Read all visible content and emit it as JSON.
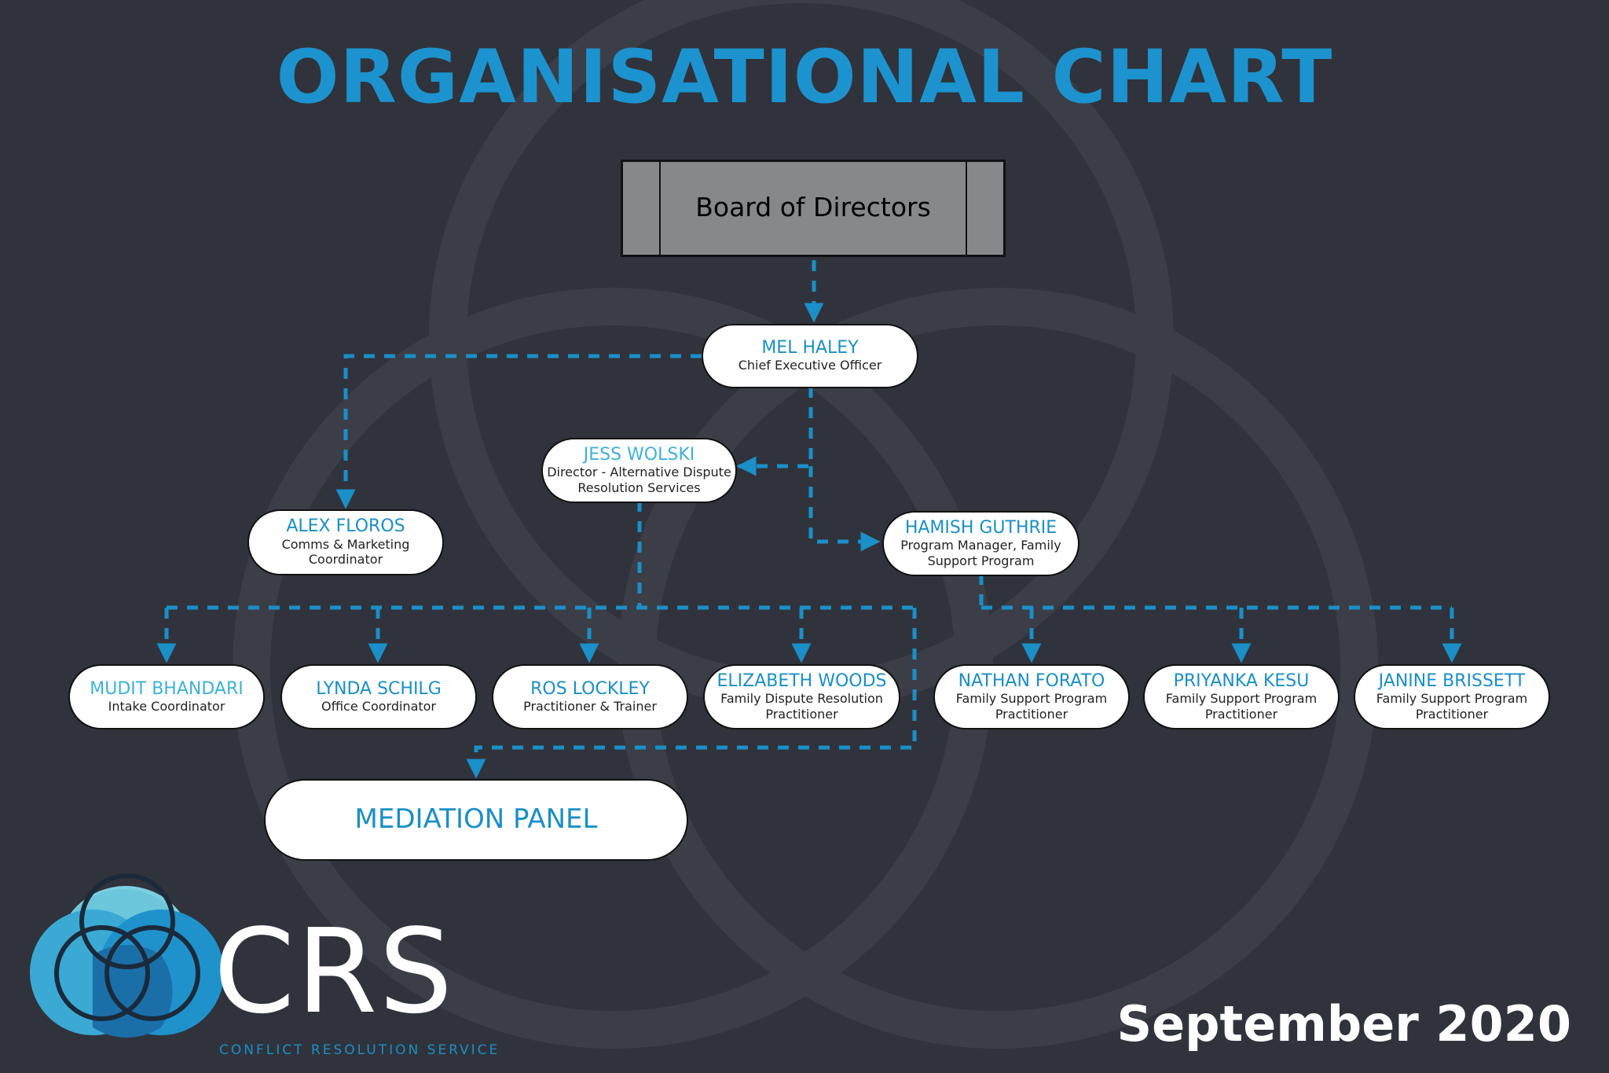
{
  "title": "ORGANISATIONAL CHART",
  "board": {
    "label": "Board of Directors"
  },
  "nodes": {
    "mel": {
      "name": "MEL HALEY",
      "role": "Chief Executive Officer"
    },
    "jess": {
      "name": "JESS WOLSKI",
      "role": "Director - Alternative Dispute\nResolution Services"
    },
    "alex": {
      "name": "ALEX FLOROS",
      "role": "Comms & Marketing\nCoordinator"
    },
    "hamish": {
      "name": "HAMISH GUTHRIE",
      "role": "Program Manager, Family\nSupport Program"
    },
    "mudit": {
      "name": "MUDIT BHANDARI",
      "role": "Intake Coordinator"
    },
    "lynda": {
      "name": "LYNDA SCHILG",
      "role": "Office Coordinator"
    },
    "ros": {
      "name": "ROS LOCKLEY",
      "role": "Practitioner & Trainer"
    },
    "elizabeth": {
      "name": "ELIZABETH WOODS",
      "role": "Family Dispute Resolution\nPractitioner"
    },
    "nathan": {
      "name": "NATHAN FORATO",
      "role": "Family Support Program\nPractitioner"
    },
    "priyanka": {
      "name": "PRIYANKA KESU",
      "role": "Family Support Program\nPractitioner"
    },
    "janine": {
      "name": "JANINE BRISSETT",
      "role": "Family Support Program\nPractitioner"
    },
    "panel": {
      "name": "MEDIATION PANEL"
    }
  },
  "logo": {
    "text": "CRS",
    "subtitle": "CONFLICT RESOLUTION SERVICE"
  },
  "date": "September 2020",
  "colors": {
    "background": "#30333b",
    "accent": "#1c93cf",
    "board": "#87888c",
    "connector": "#1a8fc8"
  }
}
